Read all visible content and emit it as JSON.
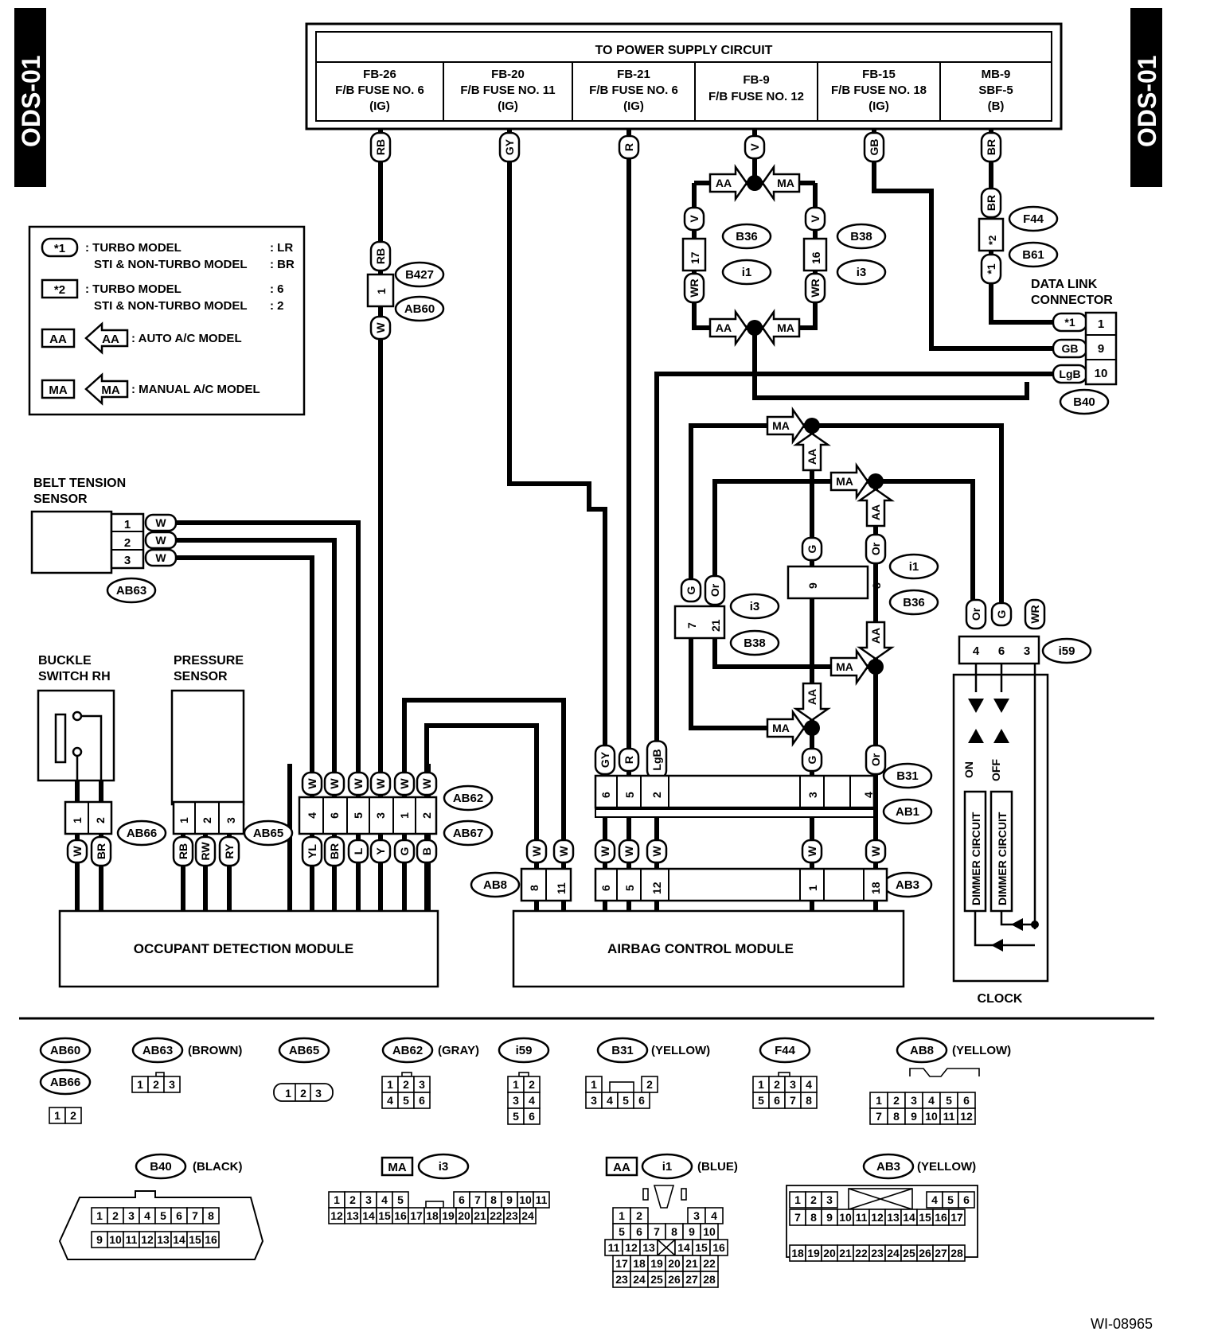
{
  "side_tab_left": "ODS-01",
  "side_tab_right": "ODS-01",
  "power_supply": {
    "title": "TO POWER SUPPLY CIRCUIT",
    "fuses": [
      {
        "l1": "FB-26",
        "l2": "F/B FUSE NO. 6",
        "l3": "(IG)"
      },
      {
        "l1": "FB-20",
        "l2": "F/B FUSE NO. 11",
        "l3": "(IG)"
      },
      {
        "l1": "FB-21",
        "l2": "F/B FUSE NO. 6",
        "l3": "(IG)"
      },
      {
        "l1": "FB-9",
        "l2": "F/B FUSE NO. 12",
        "l3": ""
      },
      {
        "l1": "FB-15",
        "l2": "F/B FUSE NO. 18",
        "l3": "(IG)"
      },
      {
        "l1": "MB-9",
        "l2": "SBF-5",
        "l3": "(B)"
      }
    ]
  },
  "legend": {
    "star1_tag": "*1",
    "star1_l1": ": TURBO MODEL",
    "star1_v1": ": LR",
    "star1_l2": "STI & NON-TURBO MODEL",
    "star1_v2": ": BR",
    "star2_tag": "*2",
    "star2_l1": ": TURBO MODEL",
    "star2_v1": ": 6",
    "star2_l2": "STI & NON-TURBO MODEL",
    "star2_v2": ": 2",
    "aa_tag": "AA",
    "aa_text": ": AUTO A/C MODEL",
    "ma_tag": "MA",
    "ma_text": ": MANUAL A/C MODEL"
  },
  "components": {
    "belt_l1": "BELT TENSION",
    "belt_l2": "SENSOR",
    "buckle_l1": "BUCKLE",
    "buckle_l2": "SWITCH RH",
    "pressure_l1": "PRESSURE",
    "pressure_l2": "SENSOR",
    "odm": "OCCUPANT DETECTION MODULE",
    "acm": "AIRBAG CONTROL MODULE",
    "clock": "CLOCK",
    "dlc_l1": "DATA LINK",
    "dlc_l2": "CONNECTOR",
    "dimmer": "DIMMER CIRCUIT",
    "on": "ON",
    "off": "OFF"
  },
  "connector_ids": [
    "B427",
    "AB60",
    "B36",
    "B38",
    "i1",
    "i3",
    "F44",
    "B61",
    "B40",
    "AB63",
    "AB66",
    "AB65",
    "AB62",
    "AB67",
    "AB8",
    "B31",
    "AB1",
    "AB3",
    "i59"
  ],
  "wire_colors": [
    "RB",
    "GY",
    "R",
    "V",
    "GB",
    "BR",
    "W",
    "WR",
    "Or",
    "G",
    "LgB",
    "YL",
    "L",
    "Y",
    "B",
    "RW",
    "RY"
  ],
  "connector_views": [
    {
      "id": "AB60",
      "color": ""
    },
    {
      "id": "AB66",
      "color": ""
    },
    {
      "id": "AB63",
      "color": "(BROWN)"
    },
    {
      "id": "AB65",
      "color": ""
    },
    {
      "id": "AB62",
      "color": "(GRAY)"
    },
    {
      "id": "i59",
      "color": ""
    },
    {
      "id": "B31",
      "color": "(YELLOW)"
    },
    {
      "id": "F44",
      "color": ""
    },
    {
      "id": "AB8",
      "color": "(YELLOW)"
    },
    {
      "id": "B40",
      "color": "(BLACK)"
    },
    {
      "id": "i3",
      "color": "MA"
    },
    {
      "id": "i1",
      "color": "(BLUE)"
    },
    {
      "id": "AB3",
      "color": "(YELLOW)"
    }
  ],
  "figure_id": "WI-08965"
}
